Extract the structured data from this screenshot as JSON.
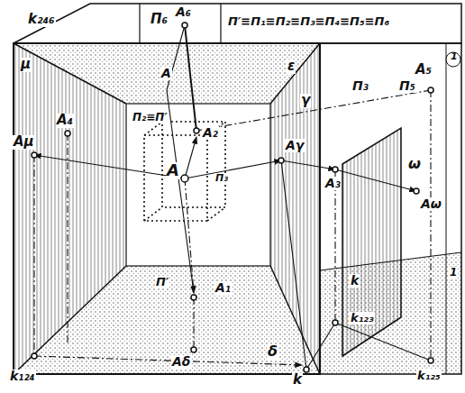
{
  "diagram": {
    "labels": [
      "k₂₄₆",
      "Π₆",
      "A₆",
      "Π′≡Π₁≡Π₂≡Π₃≡Π₄≡Π₅≡Π₆",
      "μ",
      "ε",
      "γ",
      "A₄",
      "Aμ",
      "Π₂≡Π′",
      "A₂",
      "A",
      "Π₃",
      "Aγ",
      "Π₃",
      "Π₅",
      "A₅",
      "A₃",
      "ω",
      "Aω",
      "Π′",
      "A₁",
      "Aδ",
      "δ",
      "k",
      "k₁₂₃",
      "k",
      "k₁₂₄",
      "k₁₂₅",
      "A",
      "1",
      "1"
    ]
  }
}
